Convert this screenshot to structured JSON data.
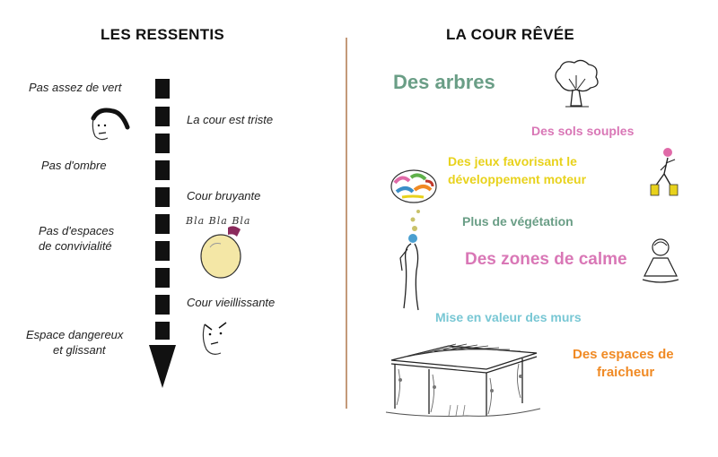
{
  "left": {
    "title": "LES RESSENTIS",
    "feelings": [
      "Pas assez de vert",
      "La cour est triste",
      "Pas d'ombre",
      "Cour bruyante",
      "Pas d'espaces",
      "de convivialité",
      "Cour vieillissante",
      "Espace dangereux",
      "et glissant"
    ],
    "doodle_text": "Bla Bla Bla"
  },
  "right": {
    "title": "LA COUR RÊVÉE",
    "wishes": [
      {
        "text": "Des arbres",
        "color": "#6a9e86"
      },
      {
        "text": "Des sols souples",
        "color": "#d977b6"
      },
      {
        "text": "Des jeux favorisant le",
        "color": "#e8d21c"
      },
      {
        "text": "développement moteur",
        "color": "#e8d21c"
      },
      {
        "text": "Plus de végétation",
        "color": "#6a9e86"
      },
      {
        "text": "Des zones de calme",
        "color": "#d977b6"
      },
      {
        "text": "Mise en valeur des murs",
        "color": "#78c7d4"
      },
      {
        "text": "Des espaces de",
        "color": "#f08a24"
      },
      {
        "text": "fraicheur",
        "color": "#f08a24"
      }
    ]
  },
  "colors": {
    "divider": "#c49a7a",
    "arrow": "#111111"
  }
}
